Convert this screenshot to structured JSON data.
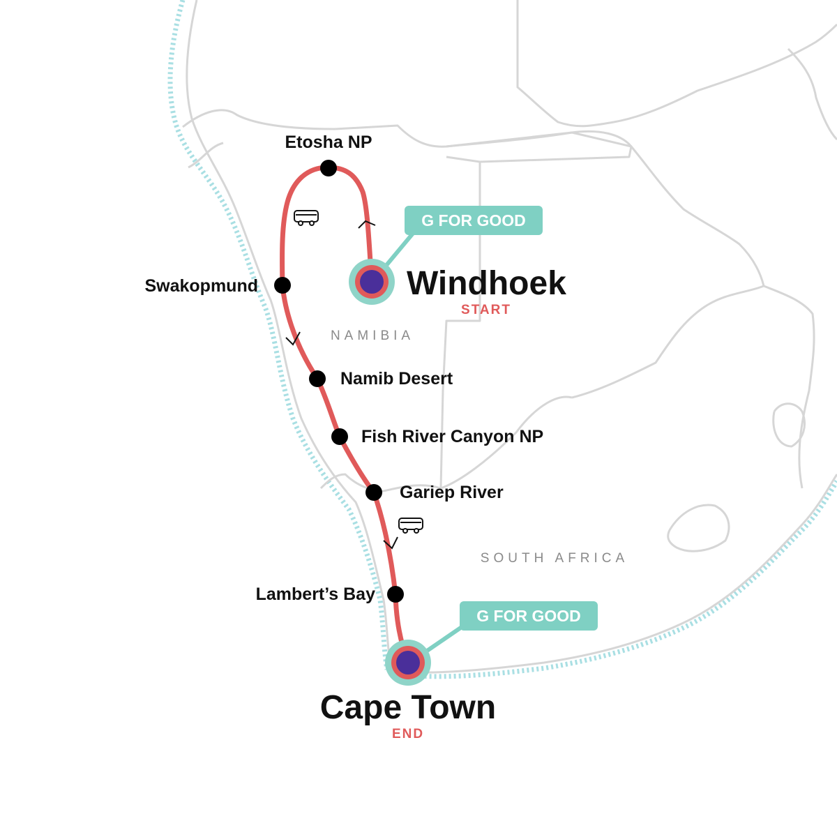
{
  "colors": {
    "route": "#e05a5a",
    "marker_core": "#4a2f9a",
    "marker_ring": "#8fd4c8",
    "stop_dot": "#000000",
    "badge": "#7fd0c3",
    "border": "#d6d6d6",
    "water": "#a9dfe3",
    "role_text": "#e05a5a"
  },
  "icons": {
    "transport": "bus-icon",
    "direction": "chevron-arrow-icon"
  },
  "countries": {
    "namibia": "NAMIBIA",
    "south_africa": "SOUTH AFRICA"
  },
  "start": {
    "name": "Windhoek",
    "role": "START",
    "badge": "G FOR GOOD"
  },
  "end": {
    "name": "Cape Town",
    "role": "END",
    "badge": "G FOR GOOD"
  },
  "stops": [
    "Etosha NP",
    "Swakopmund",
    "Namib Desert",
    "Fish River Canyon NP",
    "Gariep River",
    "Lambert’s Bay"
  ]
}
